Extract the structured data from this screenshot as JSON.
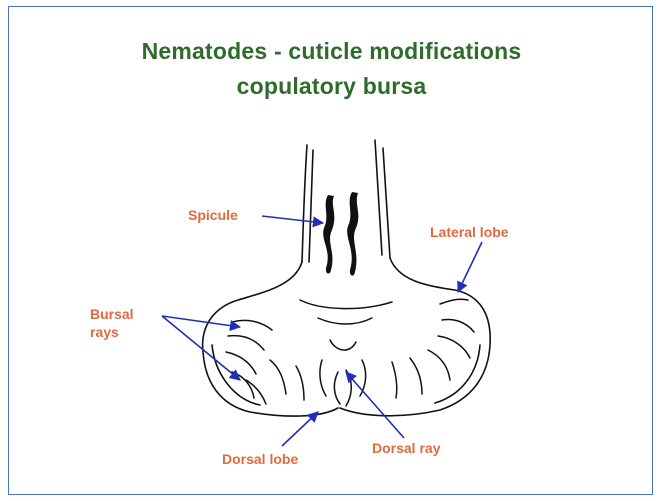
{
  "title": {
    "line1": "Nematodes - cuticle modifications",
    "line2": "copulatory bursa"
  },
  "labels": {
    "spicule": "Spicule",
    "lateral_lobe": "Lateral lobe",
    "bursal_rays_1": "Bursal",
    "bursal_rays_2": "rays",
    "dorsal_lobe": "Dorsal lobe",
    "dorsal_ray": "Dorsal ray"
  },
  "colors": {
    "title": "#2f6b2a",
    "label": "#e06a3c",
    "arrow": "#1f2fb8",
    "frame": "#4a74c4",
    "ink": "#111111"
  }
}
